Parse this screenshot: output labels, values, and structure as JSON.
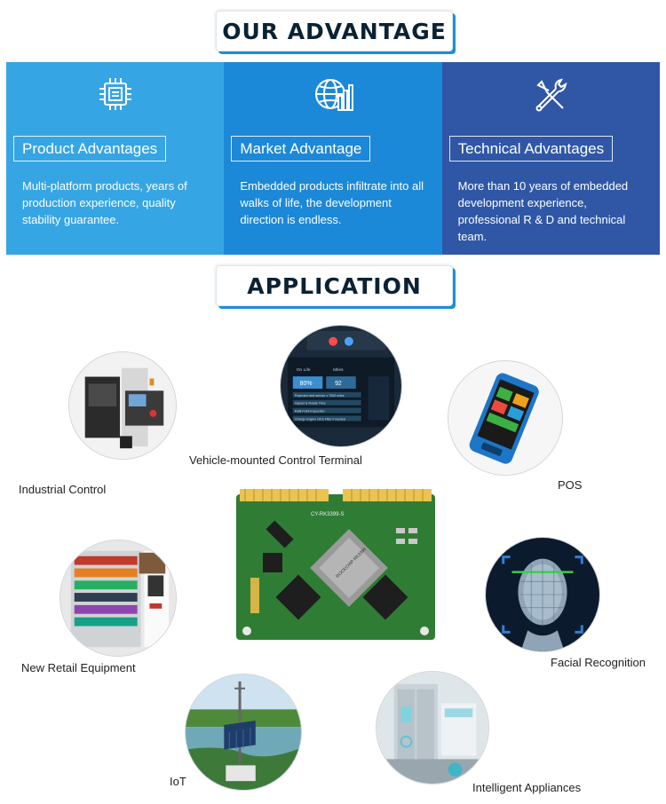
{
  "sections": {
    "advantage_title": "OUR ADVANTAGE",
    "application_title": "APPLICATION"
  },
  "advantages": [
    {
      "icon": "chip-icon",
      "title": "Product Advantages",
      "description": "Multi-platform products, years of production experience, quality stability guarantee.",
      "color": "#35a5e4"
    },
    {
      "icon": "globe-chart-icon",
      "title": "Market Advantage",
      "description": "Embedded products infiltrate into all walks of life, the development direction is endless.",
      "color": "#1c88d8"
    },
    {
      "icon": "tools-icon",
      "title": "Technical Advantages",
      "description": "More than 10 years of embedded development experience, professional R & D and technical team.",
      "color": "#2f57a6"
    }
  ],
  "applications": {
    "industrial": "Industrial Control",
    "vehicle": "Vehicle-mounted Control Terminal",
    "pos": "POS",
    "retail": "New Retail Equipment",
    "facial": "Facial Recognition",
    "iot": "IoT",
    "appliances": "Intelligent Appliances"
  },
  "dash_text": {
    "line1": "On Life",
    "line2": "Miles",
    "pct": "80%",
    "num": "92",
    "r1": "Projected next service ≥ 7500 miles",
    "r2": "Inspect & Rotate Tires",
    "r3": "Multi-Point Inspection",
    "r4": "Change Engine Oil & Filter if needed"
  },
  "board_text": {
    "model": "CY-RK3399-S",
    "chip": "ROCKCHIP RK3399"
  }
}
